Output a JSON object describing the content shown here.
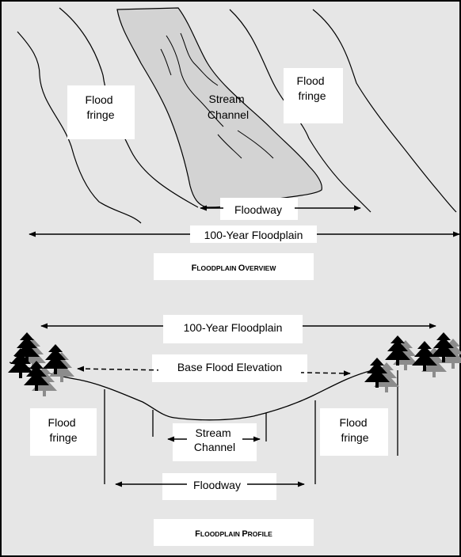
{
  "overview": {
    "flood_fringe_left": [
      "Flood",
      "fringe"
    ],
    "flood_fringe_right": [
      "Flood",
      "fringe"
    ],
    "stream_channel": [
      "Stream",
      "Channel"
    ],
    "floodway": "Floodway",
    "floodplain": "100-Year Floodplain",
    "caption": {
      "big1": "F",
      "small1": "LOODPLAIN ",
      "big2": "O",
      "small2": "VERVIEW"
    }
  },
  "profile": {
    "floodplain": "100-Year Floodplain",
    "base_flood_elevation": "Base Flood Elevation",
    "flood_fringe_left": [
      "Flood",
      "fringe"
    ],
    "flood_fringe_right": [
      "Flood",
      "fringe"
    ],
    "stream_channel": [
      "Stream",
      "Channel"
    ],
    "floodway": "Floodway",
    "caption": {
      "big1": "F",
      "small1": "LOODPLAIN ",
      "big2": "P",
      "small2": "ROFILE"
    }
  },
  "colors": {
    "background": "#e6e6e6",
    "label_box": "#ffffff",
    "channel_fill": "#d3d3d3",
    "tree_dark": "#000000",
    "tree_shadow": "#8c8c8c"
  }
}
